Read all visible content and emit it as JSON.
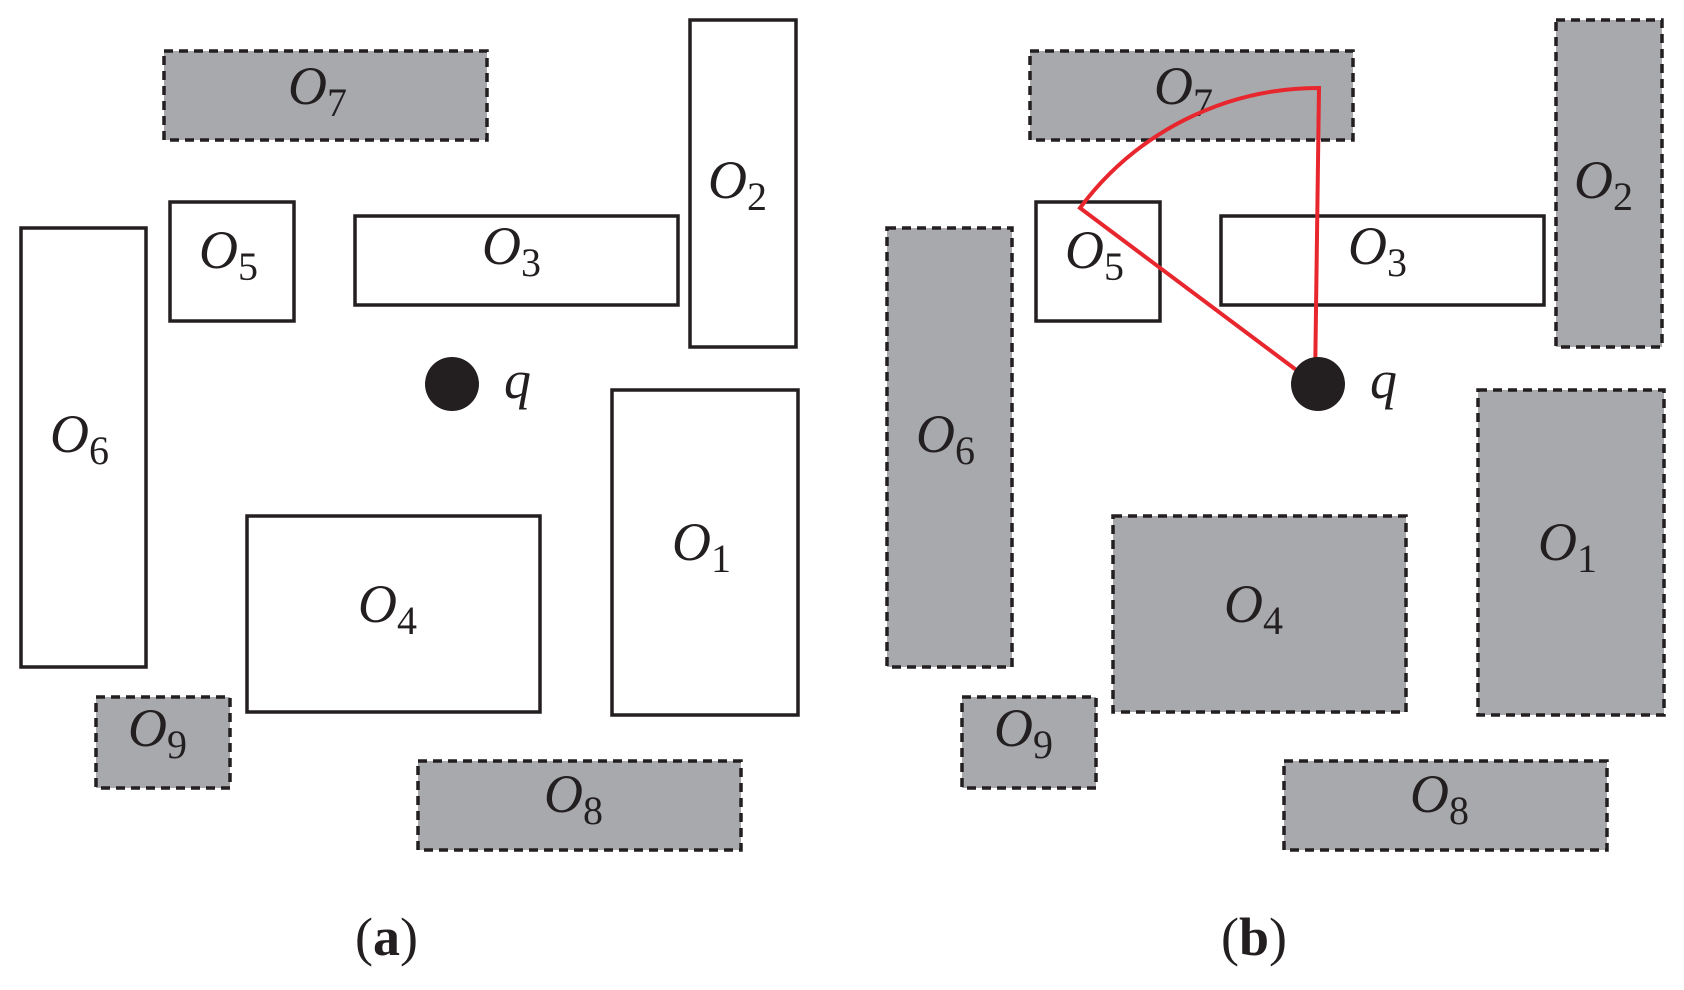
{
  "panels": [
    {
      "caption": {
        "open": "(",
        "letter": "a",
        "close": ")"
      },
      "query": {
        "label": "q"
      },
      "objects": [
        {
          "name": "O",
          "sub": "1",
          "style": "white"
        },
        {
          "name": "O",
          "sub": "2",
          "style": "white"
        },
        {
          "name": "O",
          "sub": "3",
          "style": "white"
        },
        {
          "name": "O",
          "sub": "4",
          "style": "white"
        },
        {
          "name": "O",
          "sub": "5",
          "style": "white"
        },
        {
          "name": "O",
          "sub": "6",
          "style": "white"
        },
        {
          "name": "O",
          "sub": "7",
          "style": "gray-dashed"
        },
        {
          "name": "O",
          "sub": "8",
          "style": "gray-dashed"
        },
        {
          "name": "O",
          "sub": "9",
          "style": "gray-dashed"
        }
      ]
    },
    {
      "caption": {
        "open": "(",
        "letter": "b",
        "close": ")"
      },
      "query": {
        "label": "q"
      },
      "objects": [
        {
          "name": "O",
          "sub": "1",
          "style": "gray-dashed"
        },
        {
          "name": "O",
          "sub": "2",
          "style": "gray-dashed"
        },
        {
          "name": "O",
          "sub": "3",
          "style": "white"
        },
        {
          "name": "O",
          "sub": "4",
          "style": "gray-dashed"
        },
        {
          "name": "O",
          "sub": "5",
          "style": "white"
        },
        {
          "name": "O",
          "sub": "6",
          "style": "gray-dashed"
        },
        {
          "name": "O",
          "sub": "7",
          "style": "gray-dashed"
        },
        {
          "name": "O",
          "sub": "8",
          "style": "gray-dashed"
        },
        {
          "name": "O",
          "sub": "9",
          "style": "gray-dashed"
        }
      ],
      "sector": {
        "color": "#e8262d"
      }
    }
  ],
  "colors": {
    "gray_fill": "#a7a9ac",
    "stroke": "#231f20",
    "sector": "#e8262d"
  }
}
